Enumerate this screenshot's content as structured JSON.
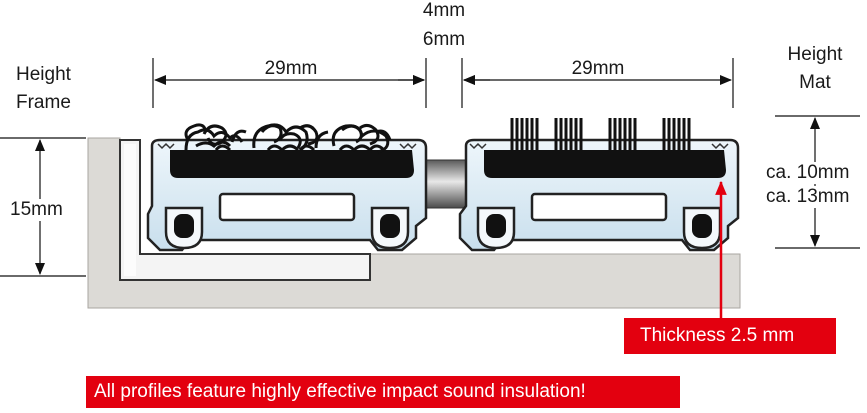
{
  "dimensions": {
    "gap_min": "4mm",
    "gap_max": "6mm",
    "left_width": "29mm",
    "right_width": "29mm",
    "frame_height": "15mm",
    "mat_height_1": "ca. 10mm",
    "mat_height_2": "ca. 13mm"
  },
  "labels": {
    "height_frame_line1": "Height",
    "height_frame_line2": "Frame",
    "height_mat_line1": "Height",
    "height_mat_line2": "Mat",
    "thickness": "Thickness 2.5 mm",
    "footer_note": "All profiles feature highly effective impact sound insulation!"
  },
  "colors": {
    "accent_red": "#e3000f",
    "concrete": "#dcdad6",
    "aluminium": "#d9e9f3",
    "insert_black": "#111111"
  }
}
